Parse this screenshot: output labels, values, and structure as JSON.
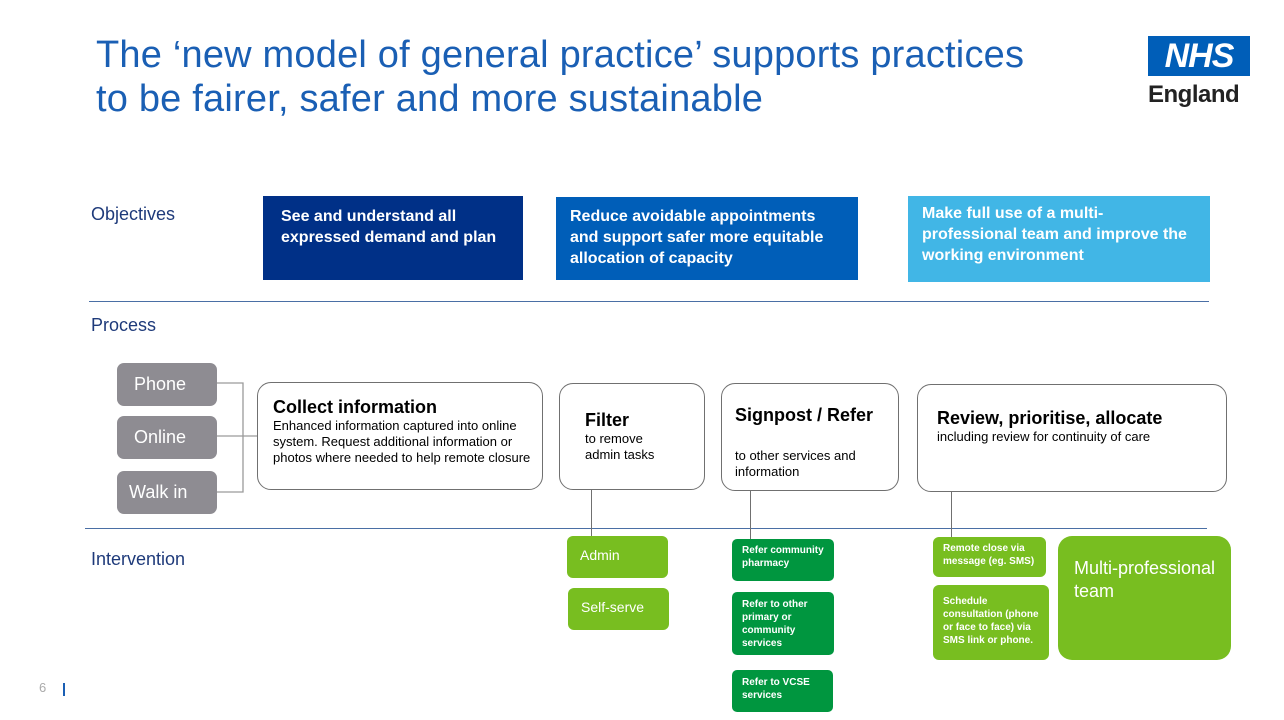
{
  "title": {
    "line1": "The ‘new model of general practice’ supports practices",
    "line2": "to be fairer, safer and more sustainable"
  },
  "logo": {
    "top": "NHS",
    "bottom": "England"
  },
  "rows": {
    "objectives": "Objectives",
    "process": "Process",
    "intervention": "Intervention"
  },
  "objectives": [
    {
      "text": "See and understand all expressed demand and plan",
      "color": "#003087"
    },
    {
      "text": "Reduce avoidable appointments and support safer more equitable allocation of capacity",
      "color": "#005eb8"
    },
    {
      "text": "Make full use of a multi-professional team and improve the working environment",
      "color": "#41b6e6"
    }
  ],
  "sources": [
    "Phone",
    "Online",
    "Walk in"
  ],
  "process": {
    "collect": {
      "heading": "Collect information",
      "sub": "Enhanced information captured into online system. Request additional information or photos where needed to help remote closure"
    },
    "filter": {
      "heading": "Filter",
      "sub": "to remove admin tasks"
    },
    "signpost": {
      "heading": "Signpost / Refer",
      "sub": "to other services and information"
    },
    "review": {
      "heading": "Review, prioritise, allocate",
      "sub": "including review for continuity of care"
    }
  },
  "interventions": {
    "admin": "Admin",
    "self_serve": "Self-serve",
    "refer_pharmacy": "Refer community pharmacy",
    "refer_primary": "Refer to other primary or community services",
    "refer_vcse": "Refer to VCSE services",
    "remote_close": "Remote close via message (eg. SMS)",
    "schedule": "Schedule consultation (phone or face to face) via SMS link or phone.",
    "multi_team": "Multi-professional team"
  },
  "page_number": "6",
  "colors": {
    "title": "#1a5fb4",
    "light_green": "#78be20",
    "dark_green": "#00963f",
    "source_grey": "#8e8c92"
  }
}
